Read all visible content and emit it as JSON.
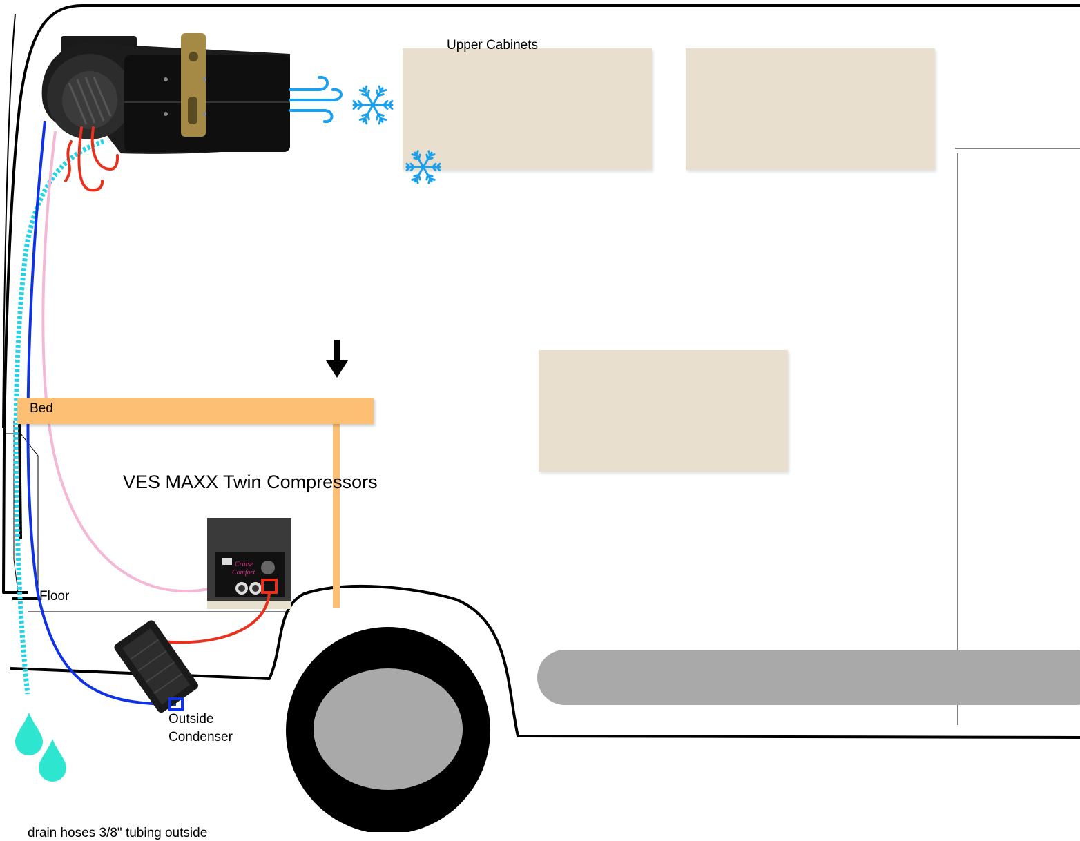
{
  "labels": {
    "upper_cabinets": "Upper Cabinets",
    "bed": "Bed",
    "compressors": "VES MAXX Twin Compressors",
    "floor": "Floor",
    "condenser_line1": "Outside",
    "condenser_line2": "Condenser",
    "bottom_caption": "drain hoses 3/8\" tubing outside"
  },
  "colors": {
    "body_outline": "#000000",
    "cabinet": "#e9dfcf",
    "bed": "#fdbf74",
    "step": "#a9a9a9",
    "tire": "#000000",
    "hub": "#a9a9a9",
    "blue_line": "#1032e6",
    "pink_line": "#f5b7d6",
    "drain_line": "#22d3e6",
    "heat": "#e8301c",
    "cold": "#1aa0ec",
    "water_drop": "#2ee6cf",
    "red_arrow": "#e8301c"
  },
  "icons": [
    "snowflake-icon",
    "wind-icon",
    "heat-wave-icon",
    "down-arrow-icon",
    "water-drop-icon"
  ]
}
